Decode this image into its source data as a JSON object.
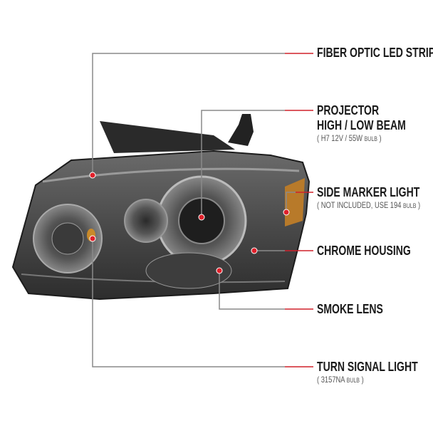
{
  "callouts": {
    "fiber_optic": {
      "title": "FIBER OPTIC LED STRIPS"
    },
    "projector": {
      "title": "PROJECTOR",
      "title2": "HIGH / LOW BEAM",
      "sub_open": "( H7 12V / 55W",
      "sub_small": "BULB",
      "sub_close": ")"
    },
    "side_marker": {
      "title": "SIDE MARKER LIGHT",
      "sub_open": "( NOT INCLUDED, USE 194",
      "sub_small": "BULB",
      "sub_close": ")"
    },
    "chrome_housing": {
      "title": "CHROME HOUSING"
    },
    "smoke_lens": {
      "title": "SMOKE LENS"
    },
    "turn_signal": {
      "title": "TURN SIGNAL LIGHT",
      "sub_open": "( 3157NA",
      "sub_small": "BULB",
      "sub_close": ")"
    }
  },
  "colors": {
    "accent": "#d0202a",
    "line": "#8a8a8a",
    "text": "#1a1a1a"
  }
}
